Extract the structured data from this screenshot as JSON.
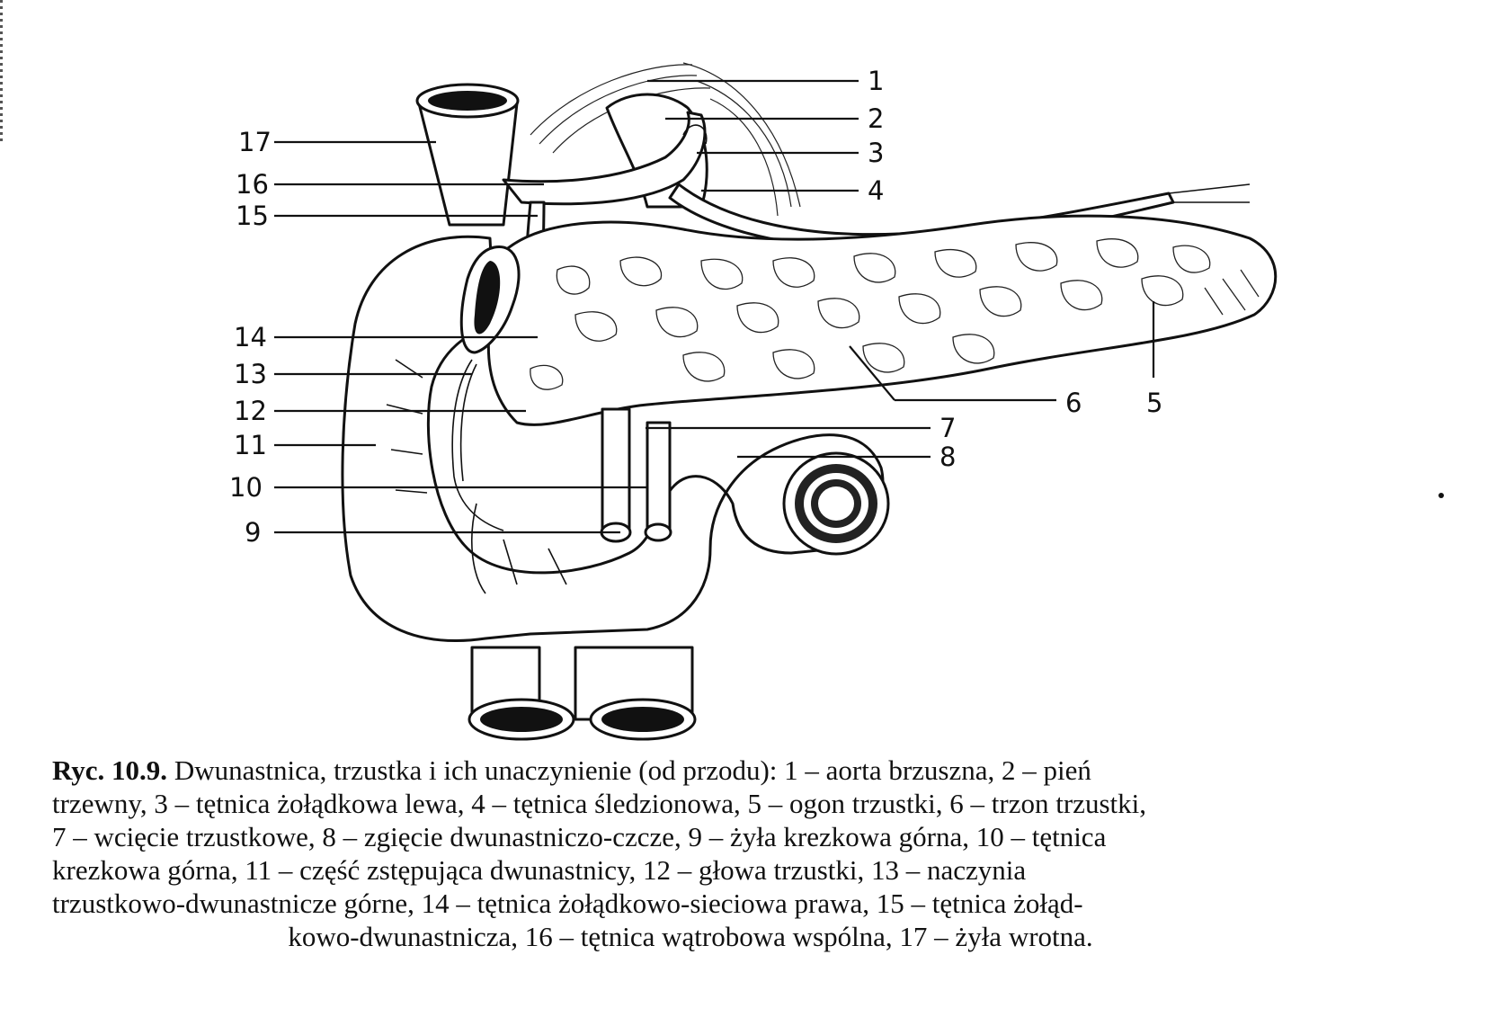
{
  "figure": {
    "labels": {
      "n1": "1",
      "n2": "2",
      "n3": "3",
      "n4": "4",
      "n5": "5",
      "n6": "6",
      "n7": "7",
      "n8": "8",
      "n9": "9",
      "n10": "10",
      "n11": "11",
      "n12": "12",
      "n13": "13",
      "n14": "14",
      "n15": "15",
      "n16": "16",
      "n17": "17"
    }
  },
  "caption": {
    "ref": "Ryc. 10.9.",
    "line1": "Dwunastnica, trzustka i ich unaczynienie (od przodu): 1 – aorta brzuszna, 2 – pień",
    "line2": "trzewny, 3 – tętnica żołądkowa lewa, 4 – tętnica śledzionowa, 5 – ogon trzustki, 6 – trzon trzustki,",
    "line3": "7 – wcięcie trzustkowe, 8 – zgięcie dwunastniczo-czcze, 9 – żyła krezkowa górna, 10 – tętnica",
    "line4": "krezkowa górna, 11 – część zstępująca dwunastnicy, 12 – głowa trzustki, 13 – naczynia",
    "line5": "trzustkowo-dwunastnicze górne, 14 – tętnica żołądkowo-sieciowa prawa, 15 – tętnica żołąd-",
    "line6": "kowo-dwunastnicza, 16 – tętnica wątrobowa wspólna, 17 – żyła wrotna."
  }
}
